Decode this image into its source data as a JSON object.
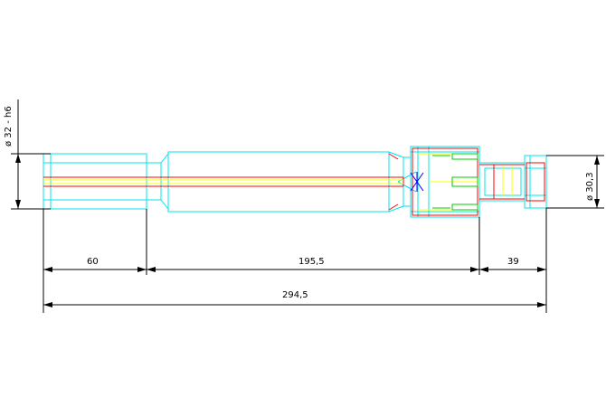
{
  "dimensions": {
    "shaft_diameter": "ø 32 - h6",
    "end_diameter": "ø 30,3",
    "len_a": "60",
    "len_b": "195,5",
    "len_c": "39",
    "len_total": "294,5"
  },
  "colors": {
    "outline": "#00e5ee",
    "core": "#ff0000",
    "accent": "#ffff00",
    "thread": "#00cc00",
    "tip": "#0000ff",
    "dimension": "#000000",
    "background": "#ffffff"
  }
}
